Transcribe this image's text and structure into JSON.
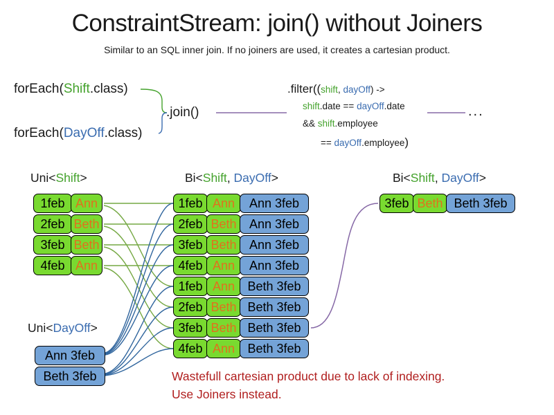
{
  "title": "ConstraintStream: join() without Joiners",
  "subtitle": "Similar to an SQL inner join. If no joiners are used, it creates a cartesian product.",
  "code": {
    "foreach_shift": {
      "pre": "forEach(",
      "cls": "Shift",
      "post": ".class)"
    },
    "foreach_dayoff": {
      "pre": "forEach(",
      "cls": "DayOff",
      "post": ".class)"
    },
    "join": ".join()",
    "filter": {
      "l1_pre": ".filter((",
      "l1_shift": "shift",
      "l1_sep": ", ",
      "l1_dayoff": "dayOff",
      "l1_post": ") ->",
      "l2_shift": "shift",
      "l2_mid": ".date == ",
      "l2_dayoff": "dayOff",
      "l2_post": ".date",
      "l3_pre": "&& ",
      "l3_shift": "shift",
      "l3_post": ".employee",
      "l4_pre": "== ",
      "l4_dayoff": "dayOff",
      "l4_post": ".employee",
      "l4_close": ")"
    },
    "ellipsis": "..."
  },
  "headers": {
    "uni_shift": {
      "pre": "Uni<",
      "shift": "Shift",
      "post": ">"
    },
    "bi_main": {
      "pre": "Bi<",
      "shift": "Shift",
      "sep": ", ",
      "dayoff": "DayOff",
      "post": ">"
    },
    "bi_result": {
      "pre": "Bi<",
      "shift": "Shift",
      "sep": ", ",
      "dayoff": "DayOff",
      "post": ">"
    },
    "uni_dayoff": {
      "pre": "Uni<",
      "dayoff": "DayOff",
      "post": ">"
    }
  },
  "tables": {
    "uni_shift_rows": [
      {
        "date": "1feb",
        "name": "Ann"
      },
      {
        "date": "2feb",
        "name": "Beth"
      },
      {
        "date": "3feb",
        "name": "Beth"
      },
      {
        "date": "4feb",
        "name": "Ann"
      }
    ],
    "uni_dayoff_rows": [
      {
        "value": "Ann 3feb"
      },
      {
        "value": "Beth 3feb"
      }
    ],
    "bi_main_rows": [
      {
        "date": "1feb",
        "name": "Ann",
        "bi": "Ann 3feb"
      },
      {
        "date": "2feb",
        "name": "Beth",
        "bi": "Ann 3feb"
      },
      {
        "date": "3feb",
        "name": "Beth",
        "bi": "Ann 3feb"
      },
      {
        "date": "4feb",
        "name": "Ann",
        "bi": "Ann 3feb"
      },
      {
        "date": "1feb",
        "name": "Ann",
        "bi": "Beth 3feb"
      },
      {
        "date": "2feb",
        "name": "Beth",
        "bi": "Beth 3feb"
      },
      {
        "date": "3feb",
        "name": "Beth",
        "bi": "Beth 3feb"
      },
      {
        "date": "4feb",
        "name": "Ann",
        "bi": "Beth 3feb"
      }
    ],
    "bi_result_rows": [
      {
        "date": "3feb",
        "name": "Beth",
        "bi": "Beth 3feb"
      }
    ]
  },
  "caption": {
    "line1": "Wastefull cartesian product due to lack of indexing.",
    "line2": "Use Joiners instead."
  },
  "colors": {
    "shift_green_text": "#44a22c",
    "dayoff_blue_text": "#3a6cb0",
    "cell_green": "#79da30",
    "cell_blue": "#74a3d7",
    "name_orange_text": "#e0711d",
    "line_green": "#75a843",
    "line_blue": "#31669e",
    "line_purple": "#8668a6",
    "caption_red": "#b01e1e"
  }
}
